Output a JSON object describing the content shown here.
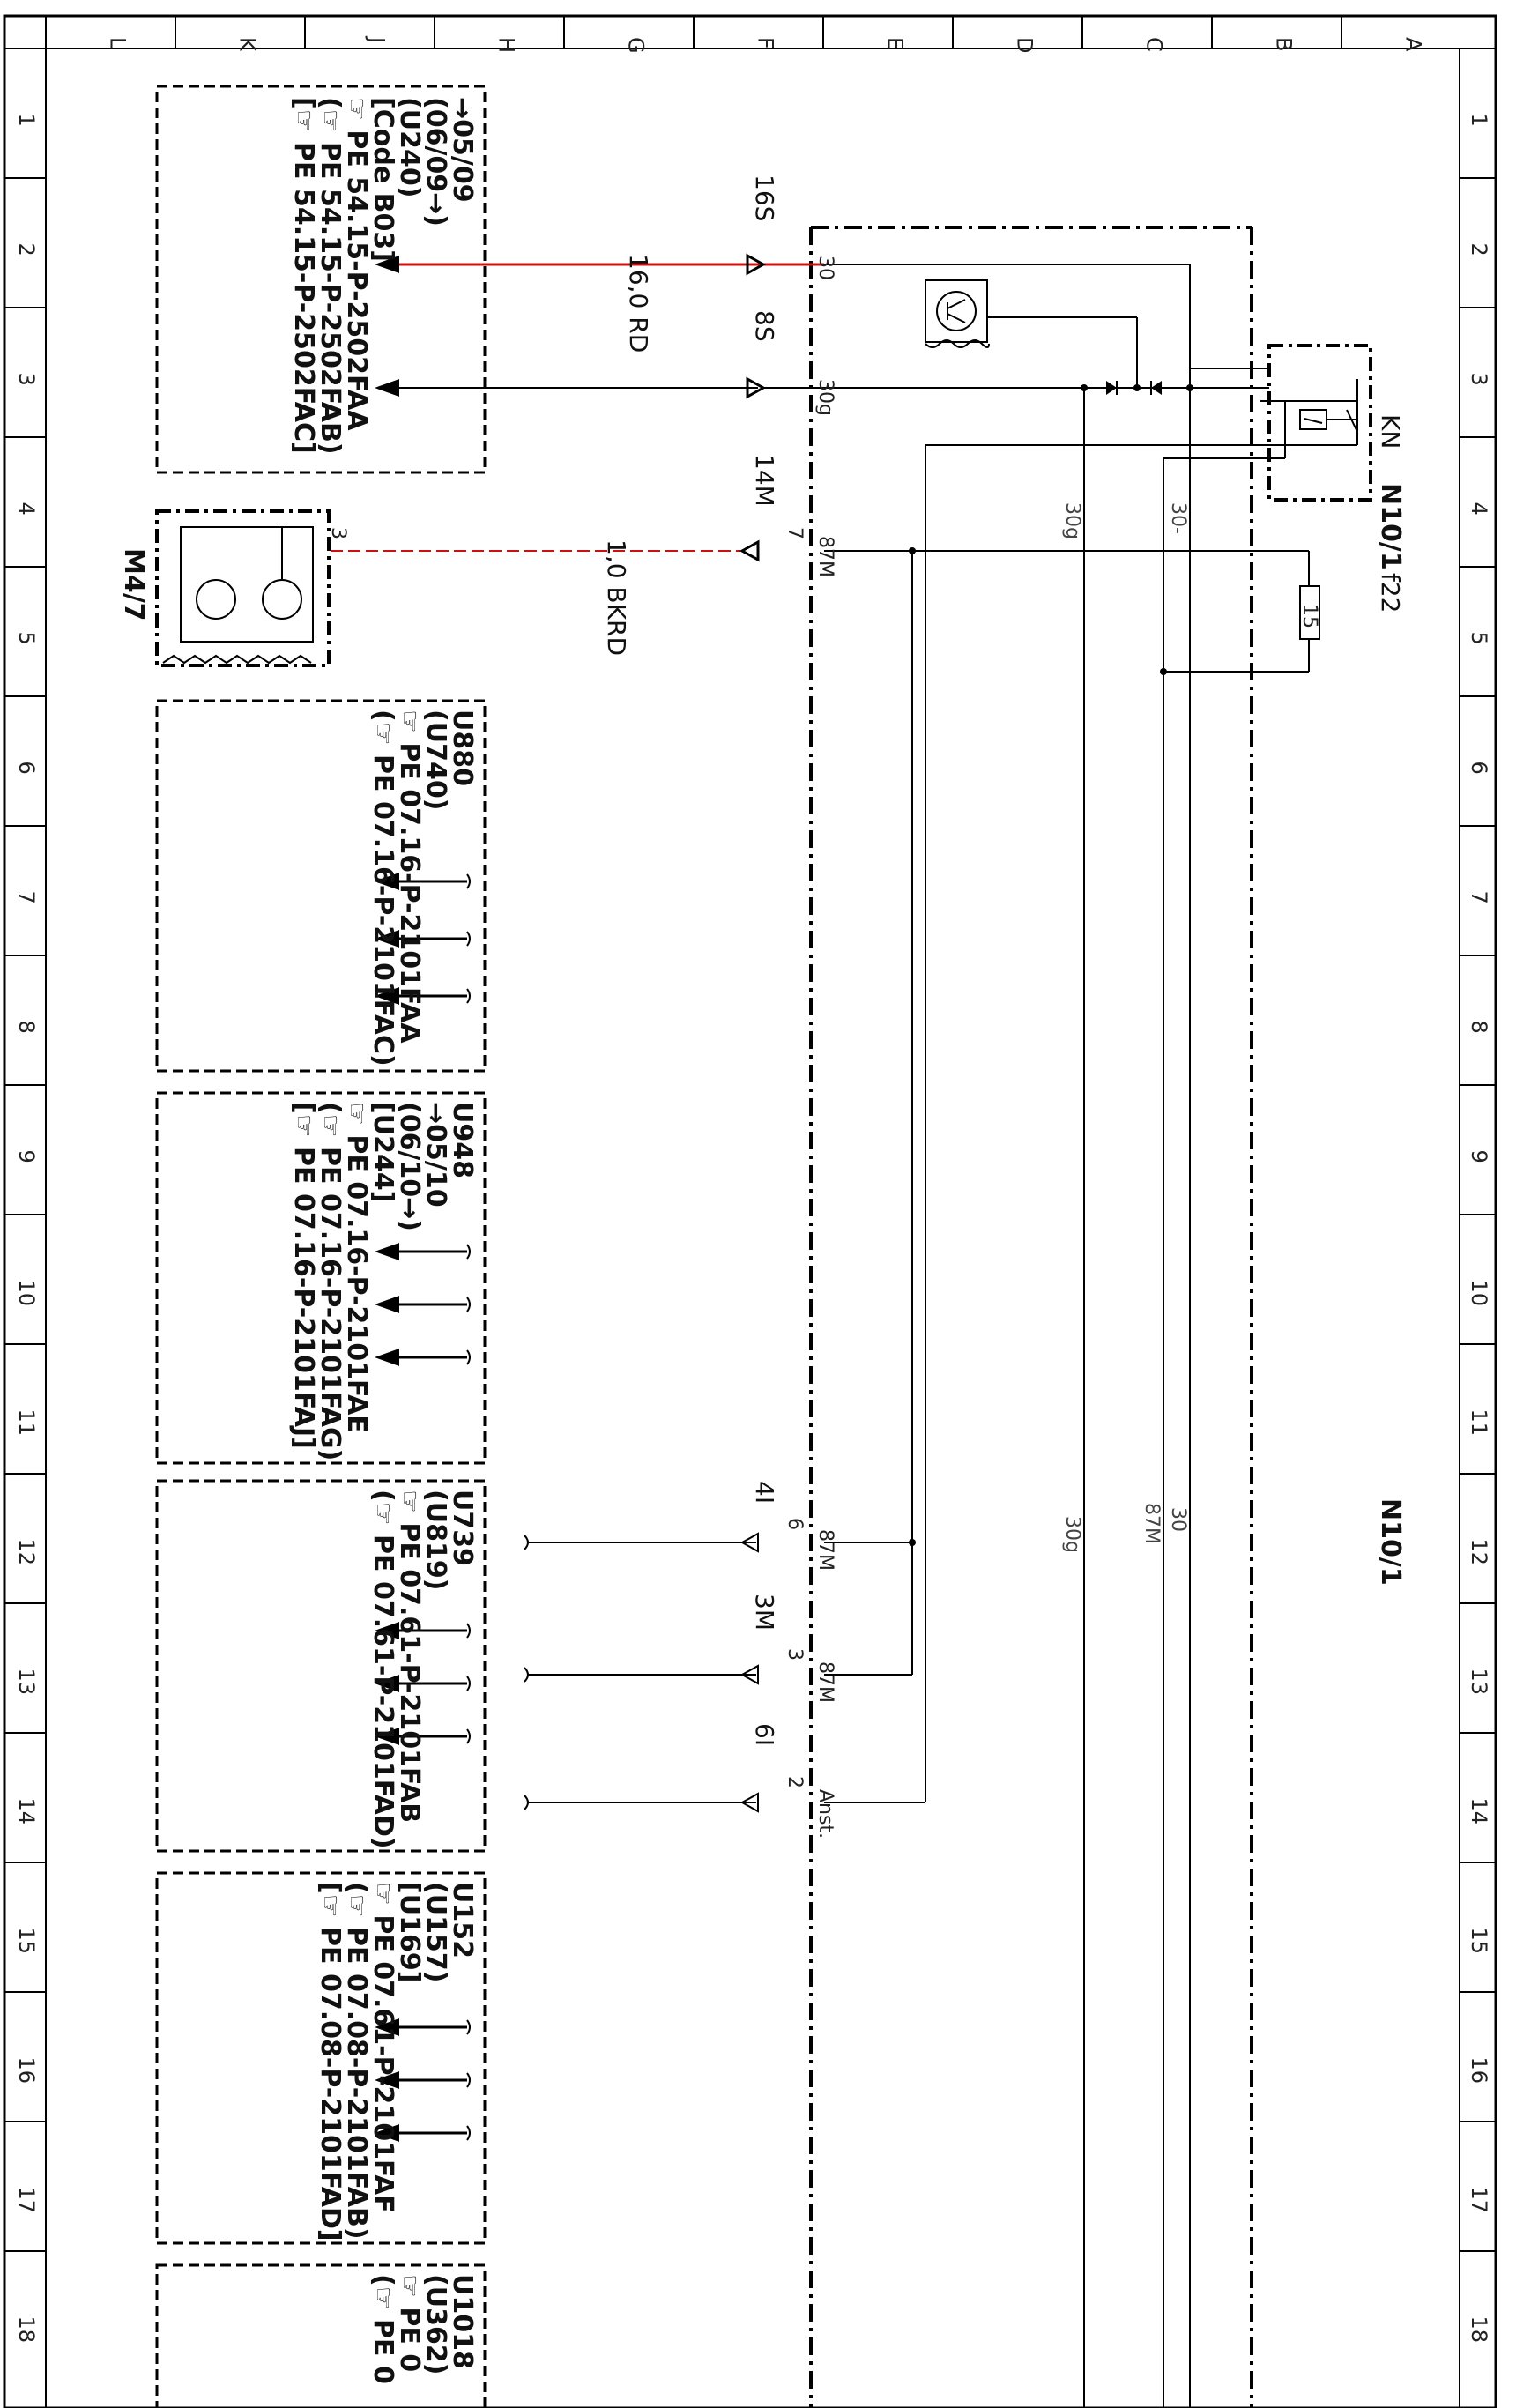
{
  "ruler_letters": [
    "L",
    "K",
    "J",
    "H",
    "G",
    "F",
    "E",
    "D",
    "C",
    "B",
    "A"
  ],
  "ruler_numbers": [
    "1",
    "2",
    "3",
    "4",
    "5",
    "6",
    "7",
    "8",
    "9",
    "10",
    "11",
    "12",
    "13",
    "14",
    "15",
    "16",
    "17",
    "18"
  ],
  "component_main": "N10/1",
  "component_relay": "KN",
  "component_relay_designation": "N10/1",
  "fuse_designation": "f22",
  "fuse_value": "15",
  "component_bottom": "N10/1",
  "motor": "M4/7",
  "motor_pin": "3",
  "connectors": {
    "c16s": "16S",
    "c8s": "8S",
    "c14m": "14M",
    "c4i": "4I",
    "c3m": "3M",
    "c6i": "6I"
  },
  "pins": {
    "p30": "30",
    "p30g": "30g",
    "p7": "7",
    "p87m_a": "87M",
    "p6": "6",
    "p87m_b": "87M",
    "p3": "3",
    "p87m_c": "87M",
    "p2": "2",
    "anst": "Anst."
  },
  "wires": {
    "w1": "16,0 RD",
    "w2": "1,0 BKRD",
    "v30g_top": "30g",
    "v30_top": "30-",
    "v30g_bot": "30g",
    "v87m_bot": "87M",
    "v30_bot": "30"
  },
  "boxes": {
    "b1": [
      "→05/09",
      "(06/09→)",
      "(U240)",
      "[Code B03]",
      "☞ PE 54.15-P-2502FAA",
      "(☞ PE 54.15-P-2502FAB)",
      "[☞ PE 54.15-P-2502FAC]"
    ],
    "b2": [
      "U880",
      "(U740)",
      "☞ PE 07.16-P-2101FAA",
      "(☞ PE 07.16-P-2101FAC)"
    ],
    "b3": [
      "U948",
      "→05/10",
      "(06/10→)",
      "[U244]",
      "☞ PE 07.16-P-2101FAE",
      "(☞ PE 07.16-P-2101FAG)",
      "[☞ PE 07.16-P-2101FAJ]"
    ],
    "b4": [
      "U739",
      "(U819)",
      "☞ PE 07.61-P-2101FAB",
      "(☞ PE 07.61-P-2101FAD)"
    ],
    "b5": [
      "U152",
      "(U157)",
      "[U169]",
      "☞ PE 07.61-P-2101FAF",
      "(☞ PE 07.08-P-2101FAB)",
      "[☞ PE 07.08-P-2101FAD]"
    ],
    "b6": [
      "U1018",
      "(U362)",
      "☞ PE 0",
      "(☞ PE 0"
    ]
  },
  "colors": {
    "wire_red": "#cc1111",
    "line": "#000000"
  }
}
